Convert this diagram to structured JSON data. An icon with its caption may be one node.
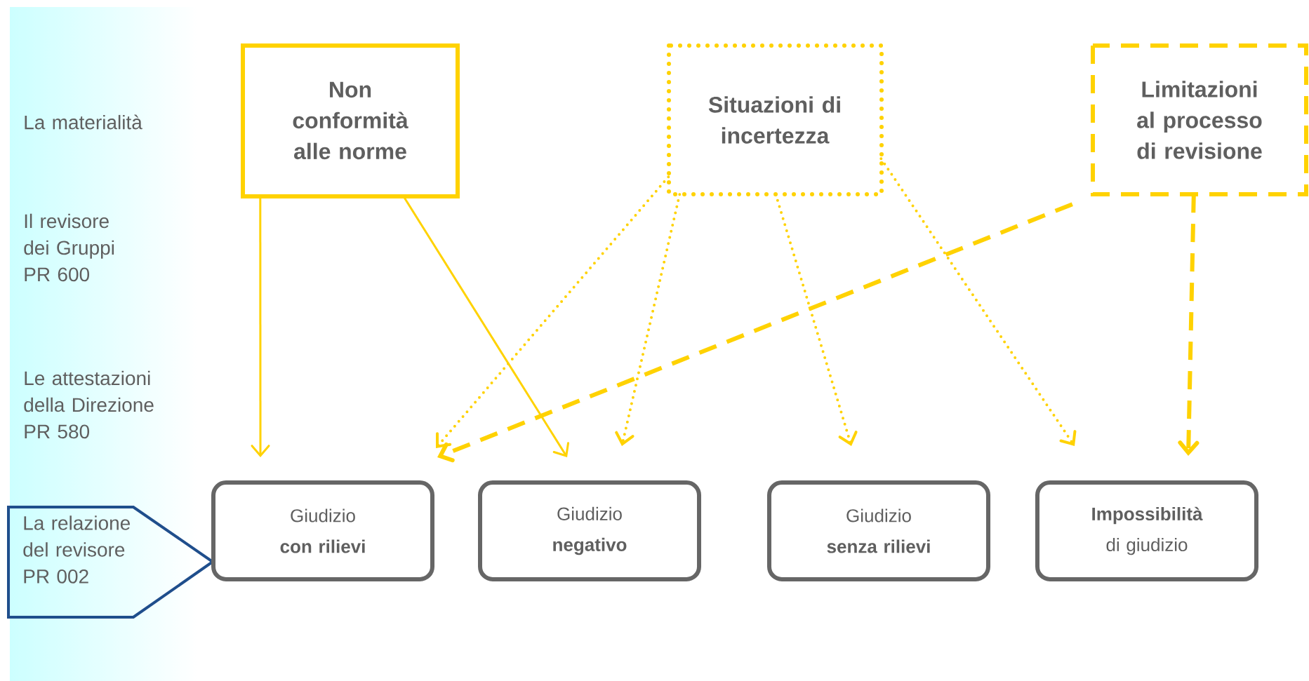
{
  "diagram": {
    "nodes": [
      {
        "text": [
          "La relazione del revisore PR 002"
        ]
      },
      {
        "text": [
          "Non conformità alle norme"
        ]
      },
      {
        "text": [
          "Situazioni di incertezza"
        ]
      },
      {
        "text": [
          "Limitazioni al processo di revisione"
        ]
      },
      {
        "text": [
          "Giudizio",
          "con rilievi"
        ]
      },
      {
        "text": [
          "Giudizio",
          "negativo"
        ]
      },
      {
        "text": [
          "Giudizio",
          "senza rilievi"
        ]
      },
      {
        "text": [
          "Impossibilità",
          "di giudizio"
        ]
      }
    ],
    "edges": [
      {
        "from": 1,
        "to": 4,
        "arrow": "to"
      },
      {
        "from": 1,
        "to": 5,
        "arrow": "to"
      },
      {
        "from": 2,
        "to": 4,
        "arrow": "to",
        "style": "dashed"
      },
      {
        "from": 2,
        "to": 5,
        "arrow": "to",
        "style": "dashed"
      },
      {
        "from": 2,
        "to": 6,
        "arrow": "to",
        "style": "dashed"
      },
      {
        "from": 2,
        "to": 7,
        "arrow": "to",
        "style": "dashed"
      },
      {
        "from": 3,
        "to": 4,
        "arrow": "to",
        "style": "dashed"
      },
      {
        "from": 3,
        "to": 7,
        "arrow": "to",
        "style": "dashed"
      }
    ],
    "labels": [
      "La materialità",
      "Il revisore dei Gruppi PR 600",
      "Le attestazioni della Direzione PR 580"
    ]
  }
}
